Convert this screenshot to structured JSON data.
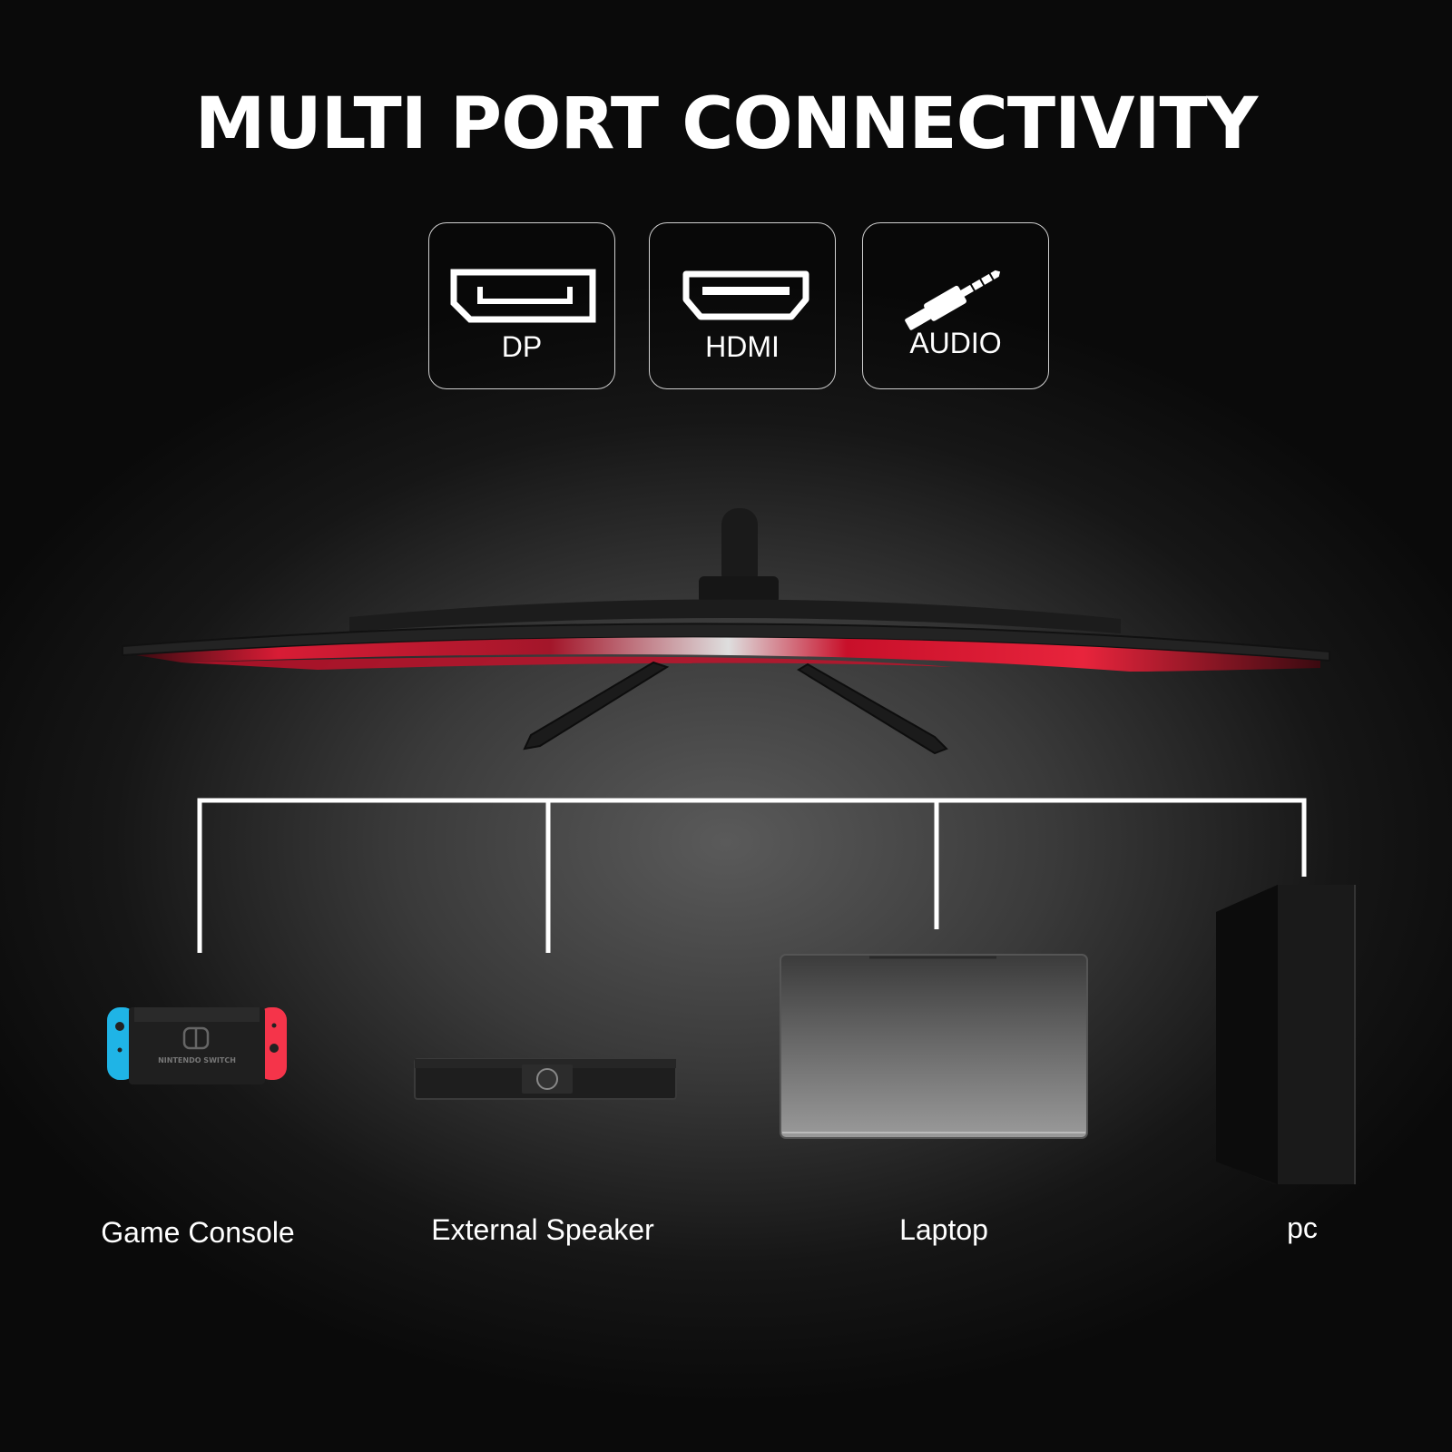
{
  "title": "MULTI PORT CONNECTIVITY",
  "ports": [
    {
      "label": "DP",
      "icon": "displayport-icon"
    },
    {
      "label": "HDMI",
      "icon": "hdmi-icon"
    },
    {
      "label": "AUDIO",
      "icon": "audio-jack-icon"
    }
  ],
  "devices": [
    {
      "label": "Game Console",
      "icon": "nintendo-switch"
    },
    {
      "label": "External Speaker",
      "icon": "soundbar"
    },
    {
      "label": "Laptop",
      "icon": "laptop"
    },
    {
      "label": "pc",
      "icon": "pc-tower"
    }
  ],
  "switch_logo_text": "NINTENDO SWITCH",
  "colors": {
    "background": "#2e2e2e",
    "text": "#ffffff",
    "accent_red": "#e8243c",
    "joycon_blue": "#1fb4e6",
    "joycon_red": "#f5344a"
  }
}
